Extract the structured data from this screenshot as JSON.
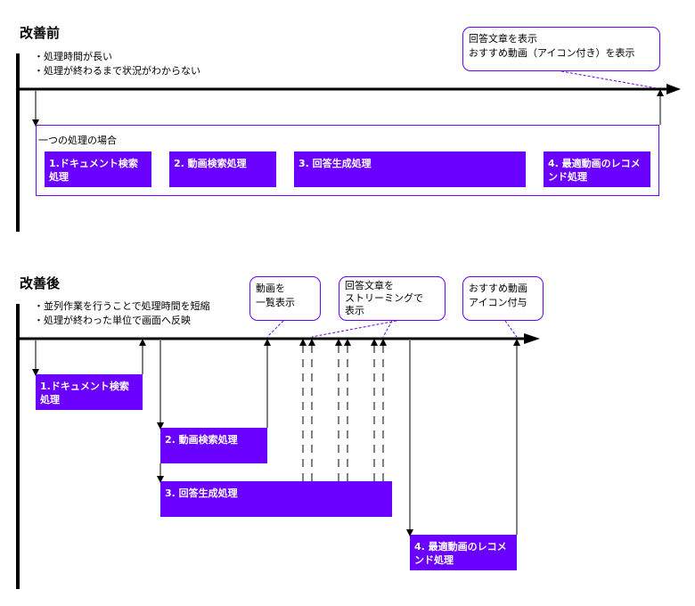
{
  "before": {
    "title": "改善前",
    "bullets": [
      "・処理時間が長い",
      "・処理が終わるまで状況がわからない"
    ],
    "callout": [
      "回答文章を表示",
      "おすすめ動画（アイコン付き）を表示"
    ],
    "frame_label": "一つの処理の場合",
    "steps": [
      [
        "1.ドキュメント検索",
        "処理"
      ],
      [
        "2. 動画検索処理"
      ],
      [
        "3. 回答生成処理"
      ],
      [
        "4. 最適動画のレコメ",
        "ンド処理"
      ]
    ]
  },
  "after": {
    "title": "改善後",
    "bullets": [
      "・並列作業を行うことで処理時間を短縮",
      "・処理が終わった単位で画面へ反映"
    ],
    "callouts": [
      [
        "動画を",
        "一覧表示"
      ],
      [
        "回答文章を",
        "ストリーミングで",
        "表示"
      ],
      [
        "おすすめ動画",
        "アイコン付与"
      ]
    ],
    "steps": [
      [
        "1.ドキュメント検索",
        "処理"
      ],
      [
        "2. 動画検索処理"
      ],
      [
        "3. 回答生成処理"
      ],
      [
        "4. 最適動画のレコメ",
        "ンド処理"
      ]
    ]
  },
  "colors": {
    "accent": "#6a00ff",
    "line": "#000000"
  }
}
